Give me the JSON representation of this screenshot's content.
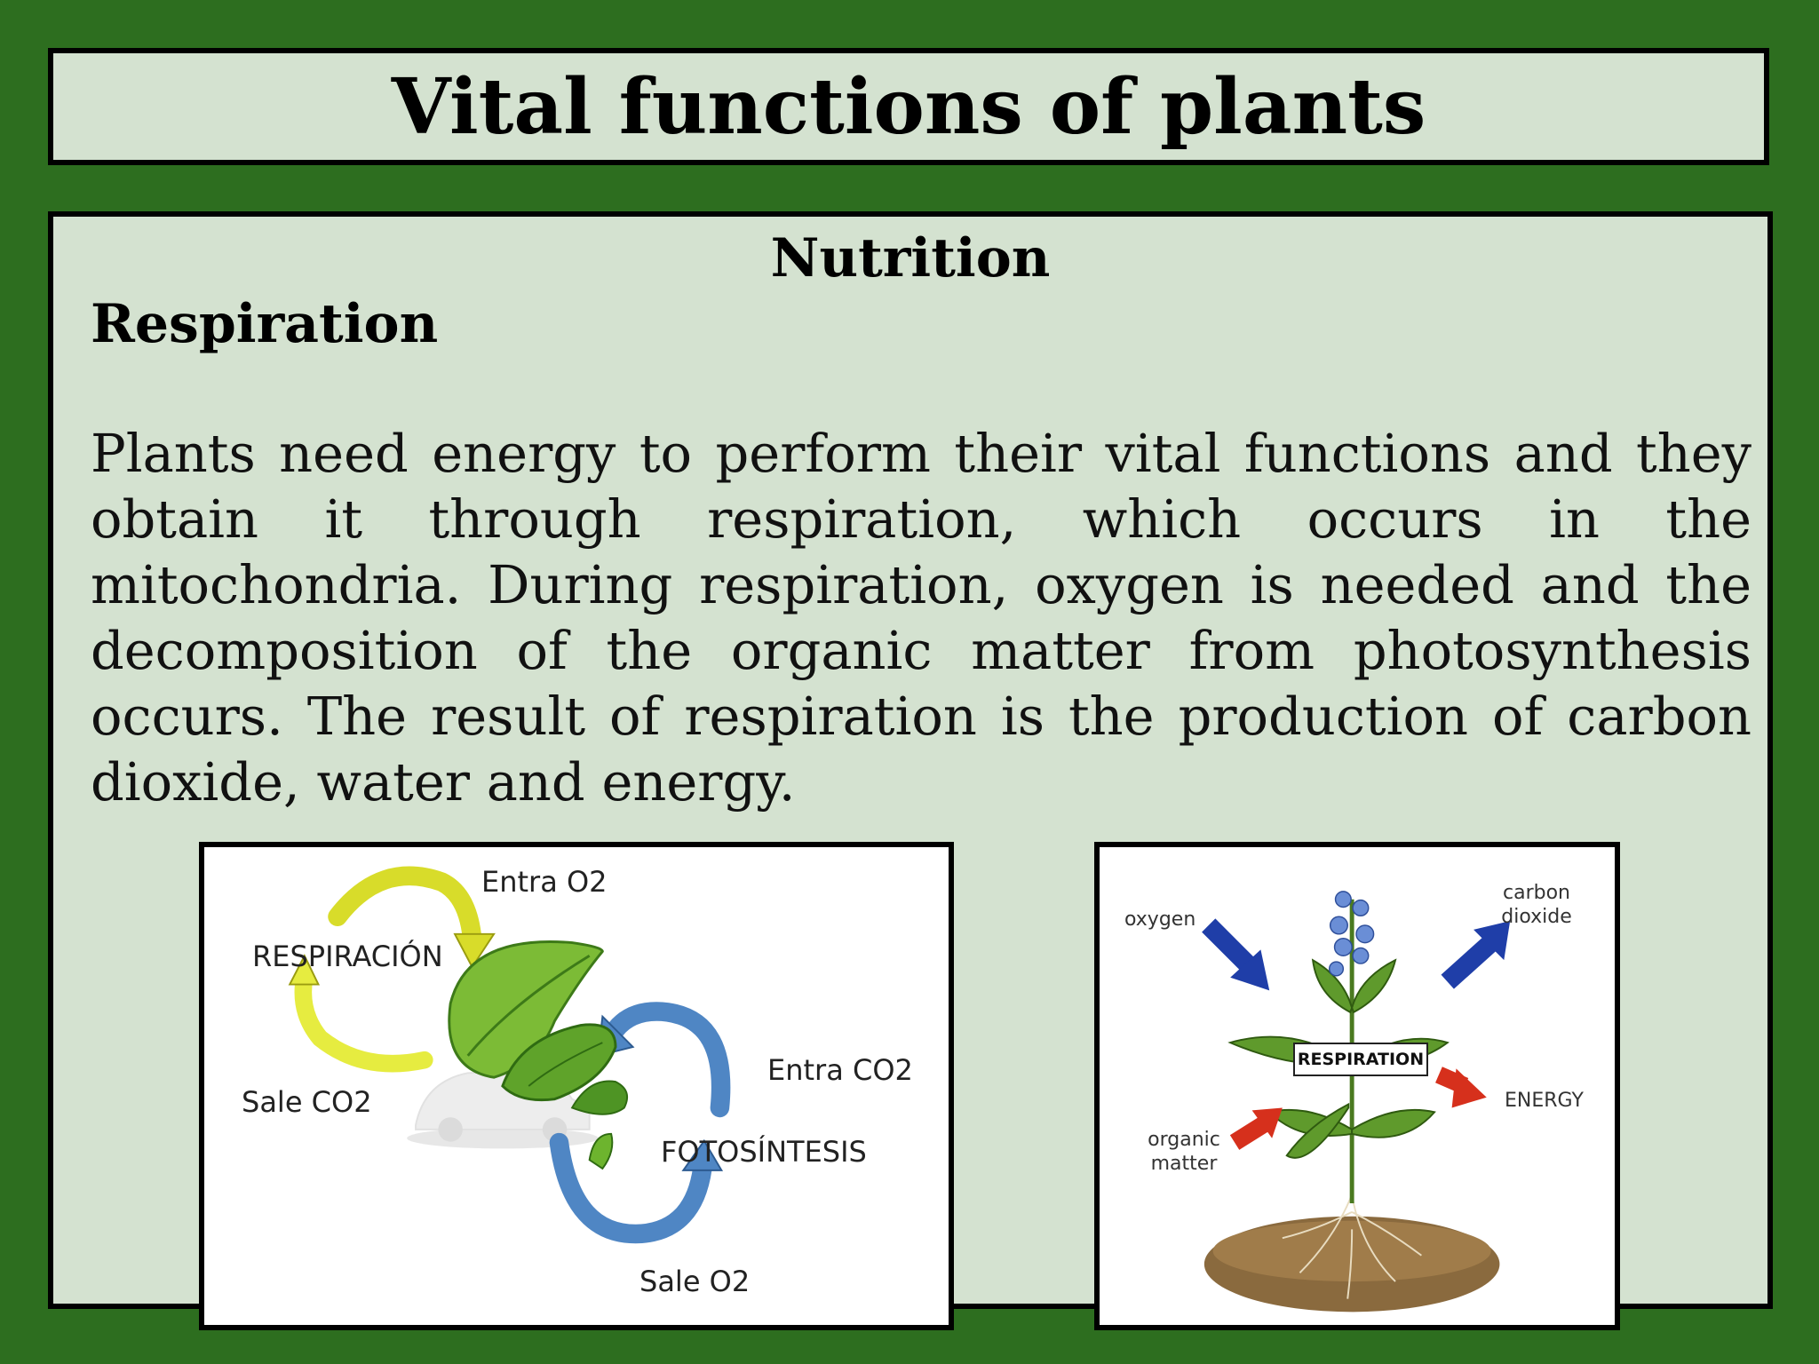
{
  "title": "Vital functions of plants",
  "section": "Nutrition",
  "subsection": "Respiration",
  "paragraph": "Plants need energy to perform their vital functions and they obtain it through respiration, which occurs in the mitochondria. During respiration, oxygen is needed and the decomposition of the organic matter from photosynthesis occurs. The result of respiration is the production of carbon dioxide, water and energy.",
  "left_figure": {
    "entra_o2": "Entra  O2",
    "respiracion": "RESPIRACIÓN",
    "sale_co2": "Sale  CO2",
    "entra_co2": "Entra CO2",
    "fotosintesis": "FOTOSÍNTESIS",
    "sale_o2": "Sale O2"
  },
  "right_figure": {
    "oxygen": "oxygen",
    "carbon_dioxide_line1": "carbon",
    "carbon_dioxide_line2": "dioxide",
    "respiration": "RESPIRATION",
    "energy": "ENERGY",
    "organic_line1": "organic",
    "organic_line2": "matter"
  },
  "colors": {
    "background": "#2d6e1f",
    "panel": "#d4e2d0",
    "border": "#000000"
  }
}
